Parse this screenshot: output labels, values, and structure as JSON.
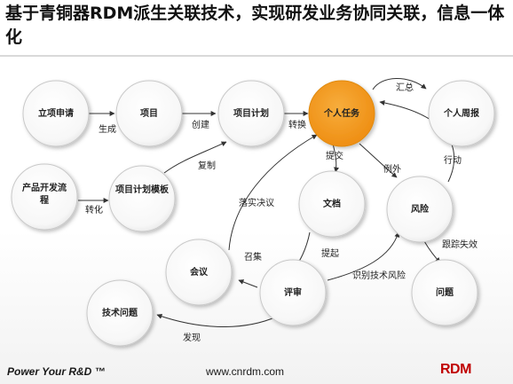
{
  "title": "基于青铜器RDM派生关联技术，实现研发业务协同关联，信息一体化",
  "colors": {
    "highlight": "#f39a1e",
    "node_fill": "#ffffff",
    "node_stroke": "#c9c9c9",
    "edge": "#333333",
    "logo": "#c00000"
  },
  "nodes": {
    "lixiang": "立项申请",
    "xiangmu": "项目",
    "jihua": "项目计划",
    "renwu": "个人任务",
    "zhoubao": "个人周报",
    "chanpin": "产品开发流程",
    "moban": "项目计划模板",
    "wendang": "文档",
    "fengxian": "风险",
    "huiyi": "会议",
    "pingshen": "评审",
    "wenti": "问题",
    "jishu": "技术问题"
  },
  "edges": {
    "shengcheng": "生成",
    "chuangjian": "创建",
    "zhuanhuan": "转换",
    "huizong": "汇总",
    "zhuanhua": "转化",
    "fuzhi": "复制",
    "tijiao": "提交",
    "liwai": "例外",
    "xingdong": "行动",
    "luoshi": "落实决议",
    "genzong": "跟踪失效",
    "zhaoji": "召集",
    "tiqi": "提起",
    "shibie": "识别技术风险",
    "faxian": "发现"
  },
  "footer": {
    "tagline": "Power Your R&D ™",
    "url": "www.cnrdm.com",
    "logo_text": "RDM"
  }
}
